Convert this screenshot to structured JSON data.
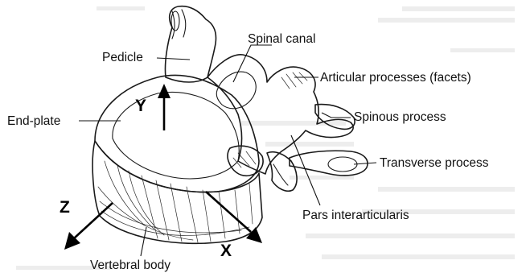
{
  "labels": {
    "spinal_canal": "Spinal canal",
    "pedicle": "Pedicle",
    "articular_processes": "Articular processes (facets)",
    "end_plate": "End-plate",
    "spinous_process": "Spinous process",
    "transverse_process": "Transverse process",
    "pars_interarticularis": "Pars interarticularis",
    "vertebral_body": "Vertebral body"
  },
  "axes": {
    "x": "X",
    "y": "Y",
    "z": "Z"
  }
}
